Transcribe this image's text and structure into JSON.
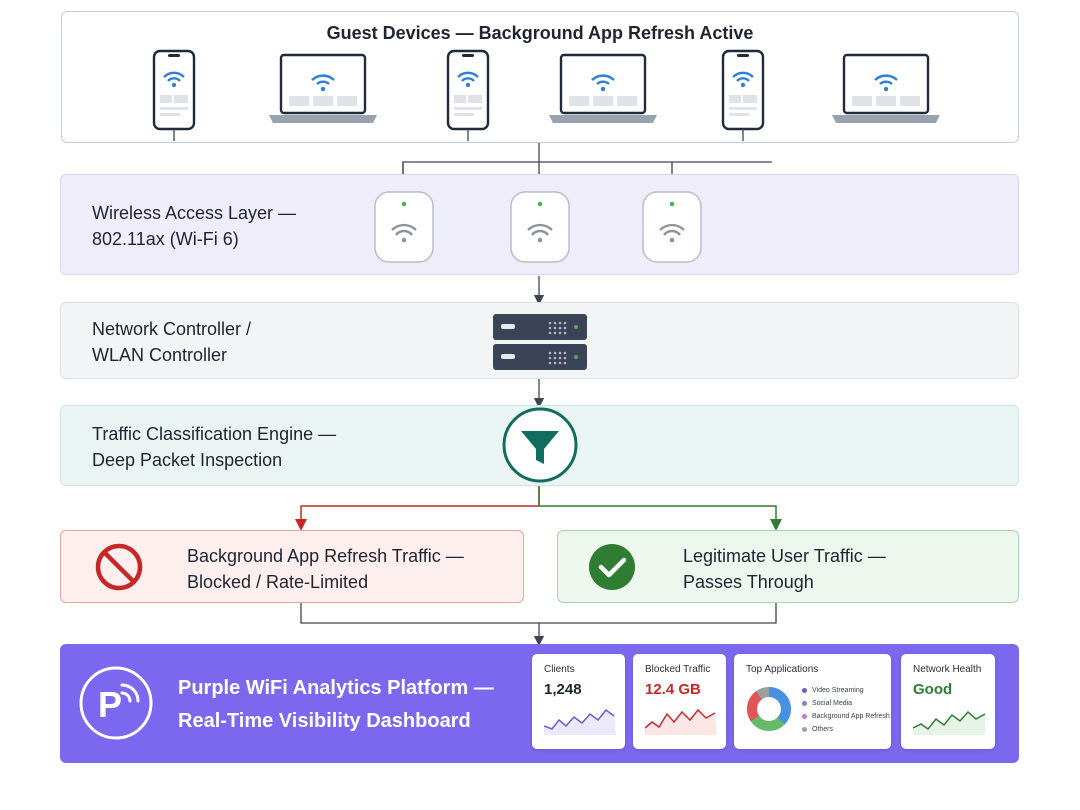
{
  "header": {
    "title": "Guest Devices — Background App Refresh Active"
  },
  "layers": {
    "wireless": {
      "line1": "Wireless Access Layer —",
      "line2": "802.11ax (Wi-Fi 6)"
    },
    "controller": {
      "line1": "Network Controller /",
      "line2": "WLAN Controller"
    },
    "classification": {
      "line1": "Traffic Classification Engine —",
      "line2": "Deep Packet Inspection"
    }
  },
  "outcomes": {
    "blocked": {
      "line1": "Background App Refresh Traffic —",
      "line2": "Blocked / Rate-Limited"
    },
    "passed": {
      "line1": "Legitimate User Traffic —",
      "line2": "Passes Through"
    }
  },
  "platform": {
    "line1": "Purple WiFi Analytics Platform —",
    "line2": "Real-Time Visibility Dashboard",
    "logo_letter": "P"
  },
  "dashboard": {
    "clients": {
      "label": "Clients",
      "value": "1,248"
    },
    "blocked": {
      "label": "Blocked Traffic",
      "value": "12.4 GB"
    },
    "top_apps": {
      "label": "Top Applications",
      "items": [
        "Video Streaming",
        "Social Media",
        "Background App Refresh",
        "Others"
      ]
    },
    "health": {
      "label": "Network Health",
      "value": "Good"
    }
  },
  "colors": {
    "purple": "#7b68ee",
    "red": "#c62828",
    "green": "#2e7d32",
    "teal": "#0f6e5d",
    "wifi_blue": "#2f7fd6"
  },
  "icons": [
    "phone-icon",
    "laptop-icon",
    "access-point-icon",
    "server-icon",
    "funnel-icon",
    "blocked-icon",
    "check-icon",
    "purple-logo-icon"
  ]
}
